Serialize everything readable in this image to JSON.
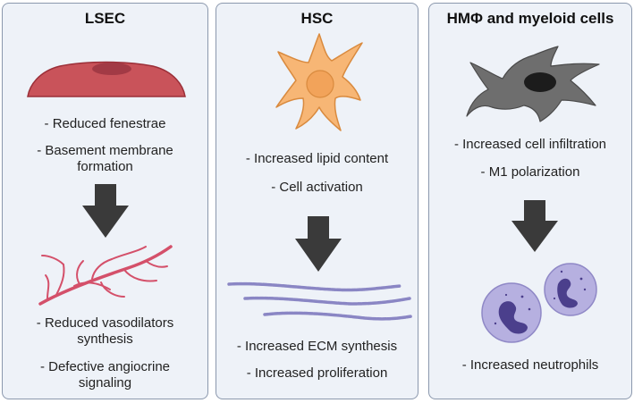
{
  "panels": [
    {
      "title": "LSEC",
      "top_items": [
        "- Reduced fenestrae",
        "- Basement membrane formation"
      ],
      "bottom_items": [
        "- Reduced vasodilators synthesis",
        "- Defective angiocrine signaling"
      ]
    },
    {
      "title": "HSC",
      "top_items": [
        "- Increased lipid content",
        "- Cell activation"
      ],
      "bottom_items": [
        "- Increased ECM synthesis",
        "- Increased proliferation"
      ]
    },
    {
      "title": "HMΦ and myeloid cells",
      "top_items": [
        "- Increased cell infiltration",
        "- M1 polarization"
      ],
      "bottom_items": [
        "- Increased neutrophils"
      ]
    }
  ],
  "colors": {
    "panel_bg": "#eef2f8",
    "panel_border": "#8b98ad",
    "arrow": "#3a3a3a",
    "lsec_cell": "#c9535a",
    "vessel": "#d4506a",
    "hsc_cell": "#f7b675",
    "macrophage": "#6e6e6e",
    "ecm_fiber": "#8a86c4",
    "neutrophil": "#b6b0e0"
  }
}
